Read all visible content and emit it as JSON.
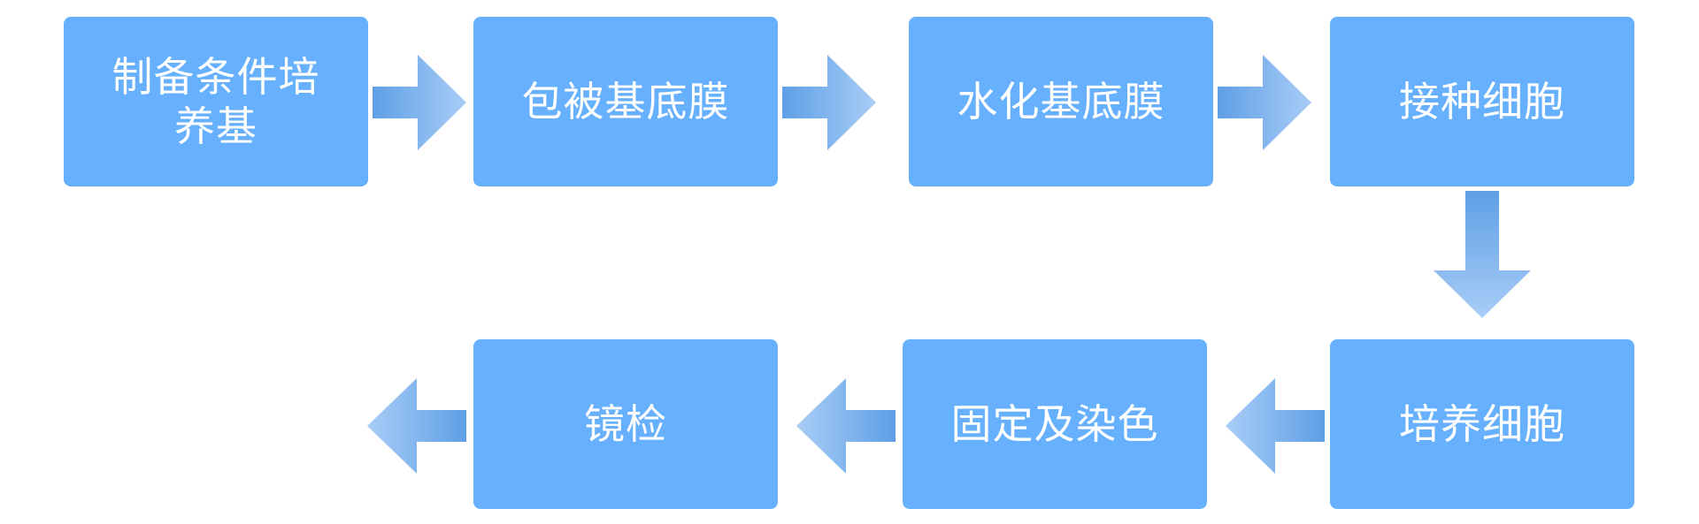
{
  "flowchart": {
    "steps": [
      {
        "label": "制备条件培养基"
      },
      {
        "label": "包被基底膜"
      },
      {
        "label": "水化基底膜"
      },
      {
        "label": "接种细胞"
      },
      {
        "label": "培养细胞"
      },
      {
        "label": "固定及染色"
      },
      {
        "label": "镜检"
      }
    ]
  },
  "colors": {
    "box_fill": "#66b0fd",
    "box_text": "#ffffff",
    "arrow_dark": "#5e9fe6",
    "arrow_light": "#a9cdf6"
  }
}
